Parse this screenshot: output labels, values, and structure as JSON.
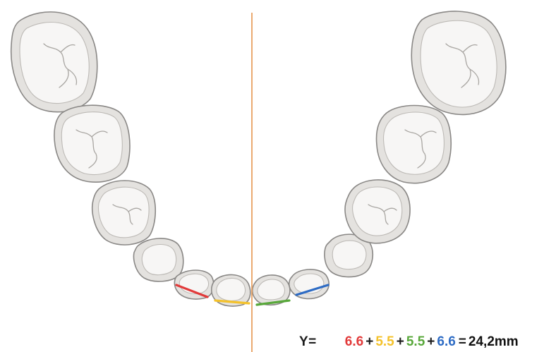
{
  "diagram": {
    "formula": {
      "lhs": "Y=",
      "terms": [
        {
          "value": "6.6",
          "color": "#e23a3a"
        },
        {
          "value": "5.5",
          "color": "#f4c22b"
        },
        {
          "value": "5.5",
          "color": "#58a83a"
        },
        {
          "value": "6.6",
          "color": "#2d6bc4"
        }
      ],
      "operators": [
        "+",
        "+",
        "+"
      ],
      "equals": "=",
      "total": "24,2mm"
    },
    "colors": {
      "midline": "#e8a060",
      "measure_red": "#e23a3a",
      "measure_yellow": "#f4c22b",
      "measure_green": "#58a83a",
      "measure_blue": "#2d6bc4",
      "tooth_fill": "#f7f6f5",
      "tooth_outline": "#8a8886"
    }
  }
}
